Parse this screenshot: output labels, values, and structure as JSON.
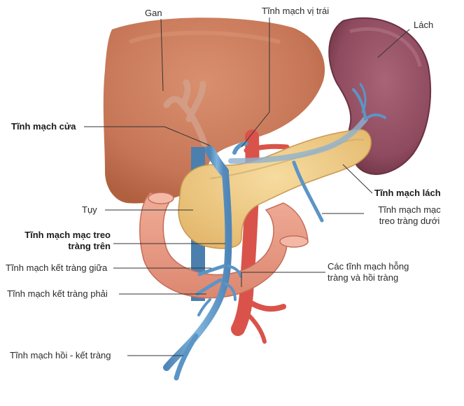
{
  "labels": {
    "gan": "Gan",
    "tinh_mach_vi_trai": "Tĩnh mạch vị trái",
    "lach": "Lách",
    "tinh_mach_cua": "Tĩnh mạch cửa",
    "tinh_mach_lach": "Tĩnh mạch lách",
    "tuy": "Tụy",
    "tinh_mach_mac_treo_trang_duoi_1": "Tĩnh mạch mạc",
    "tinh_mach_mac_treo_trang_duoi_2": "treo tràng dưới",
    "tinh_mach_mac_treo_trang_tren_1": "Tĩnh mạch mạc treo",
    "tinh_mach_mac_treo_trang_tren_2": "tràng trên",
    "tinh_mach_ket_trang_giua": "Tĩnh mạch kết tràng giữa",
    "tinh_mach_hong_hoi_trang_1": "Các tĩnh mạch hỗng",
    "tinh_mach_hong_hoi_trang_2": "tràng và hồi tràng",
    "tinh_mach_ket_trang_phai": "Tĩnh mạch kết tràng phải",
    "tinh_mach_hoi_ket_trang": "Tĩnh mạch hồi - kết tràng"
  },
  "colors": {
    "liver": "#c97a5c",
    "spleen": "#8e4a5e",
    "pancreas": "#f1cf86",
    "intestine": "#e89a86",
    "artery": "#d9534a",
    "vein": "#5b95c6",
    "leader_line": "#333333"
  }
}
